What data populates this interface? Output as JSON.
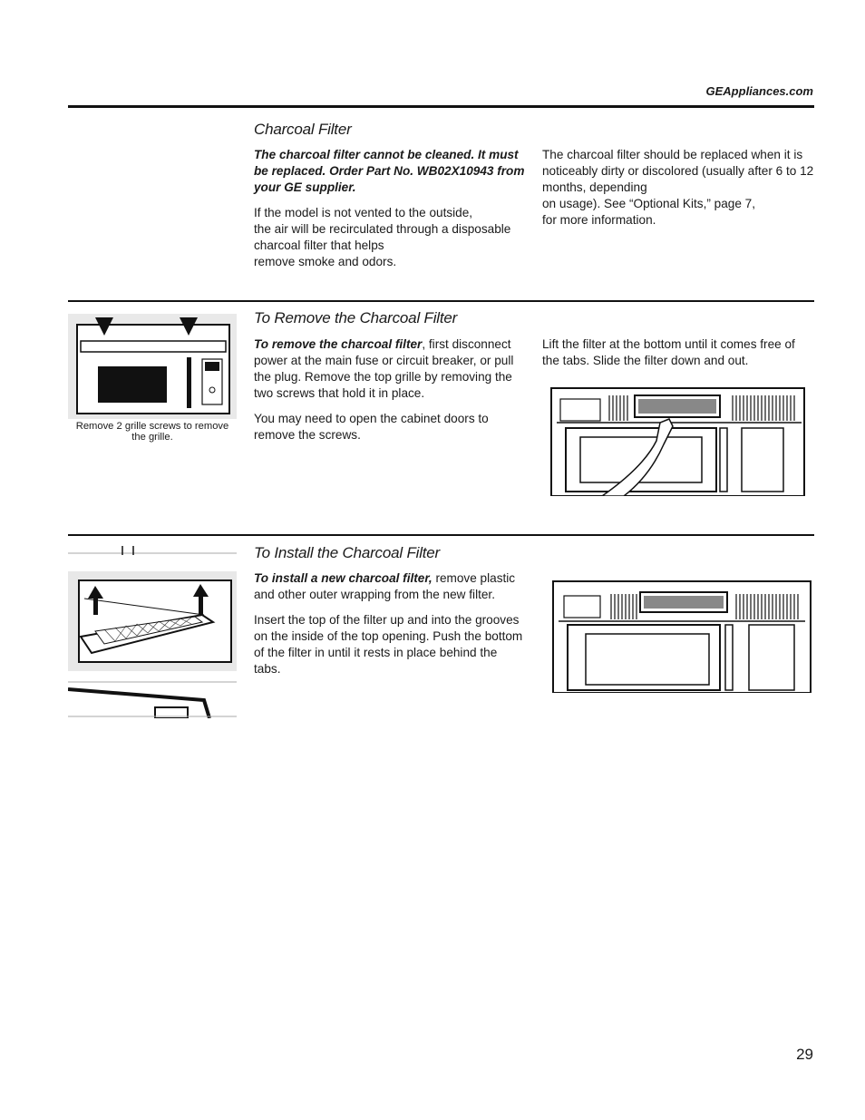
{
  "header": {
    "site": "GEAppliances.com"
  },
  "section1": {
    "title": "Charcoal Filter",
    "warning": "The charcoal filter cannot be cleaned. It must be replaced. Order Part No. WB02X10943 from your GE supplier.",
    "para1": [
      "If the model is not vented to the outside,",
      "the air will be recirculated through a disposable charcoal filter that helps",
      "remove smoke and odors."
    ],
    "para2": [
      "The charcoal filter should be replaced when it is noticeably dirty or discolored (usually after 6 to 12 months, depending",
      "on usage). See “Optional Kits,” page 7,",
      "for more information."
    ]
  },
  "section2": {
    "title": "To Remove the Charcoal Filter",
    "lead": "To remove the charcoal filter",
    "para1_rest": ", first disconnect power at the main fuse or circuit breaker, or pull the plug. Remove the top grille by removing the two screws that hold it in place.",
    "para2": "You may need to open the cabinet doors to remove the screws.",
    "para3": "Lift the filter at the bottom until it comes free of the tabs. Slide the filter down and out.",
    "caption": "Remove 2 grille screws to remove the grille."
  },
  "section3": {
    "title": "To Install the Charcoal Filter",
    "lead": "To install a new charcoal filter,",
    "para1_rest": " remove plastic and other outer wrapping from the new filter.",
    "para2": "Insert the top of the filter up and into the grooves on the inside of  the top opening. Push the bottom of the filter in until it rests in place behind the tabs."
  },
  "page_number": "29"
}
